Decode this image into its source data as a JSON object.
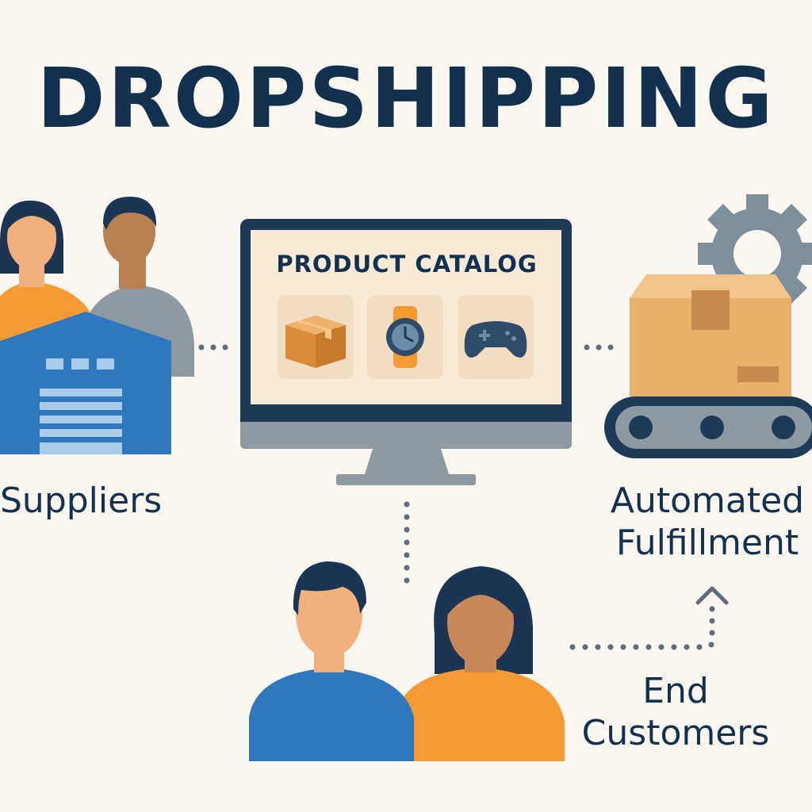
{
  "title": "DROPSHIPPING",
  "catalog": {
    "title": "PRODUCT CATALOG",
    "items": [
      "box-icon",
      "watch-icon",
      "gamepad-icon"
    ]
  },
  "nodes": {
    "suppliers": "Suppliers",
    "fulfillment": [
      "Automated",
      "Fulfillment"
    ],
    "customers": [
      "End",
      "Customers"
    ]
  },
  "colors": {
    "background": "#FAF6F0",
    "navy": "#14304F",
    "blue": "#2F78BE",
    "orange": "#F39A32",
    "gray": "#8E9AA2",
    "box": "#E9B06A"
  }
}
